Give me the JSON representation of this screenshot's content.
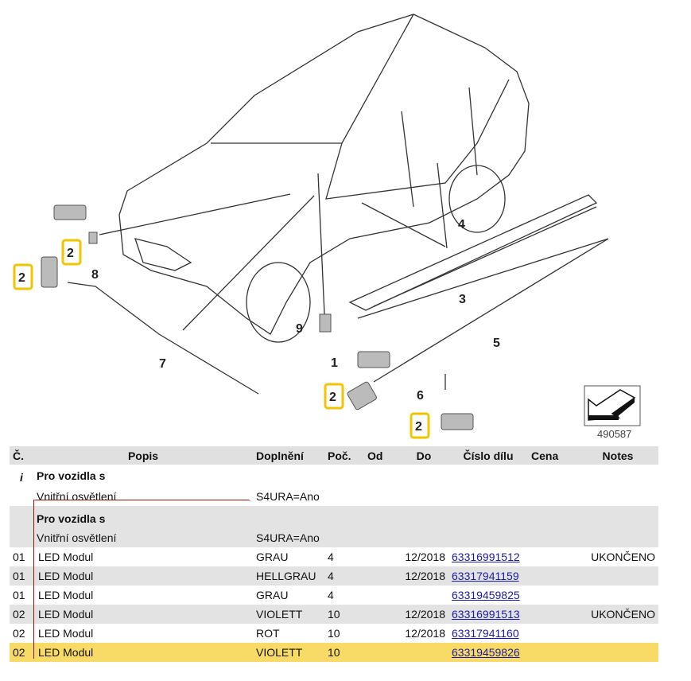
{
  "diagram": {
    "callouts": [
      "2",
      "8",
      "2",
      "7",
      "9",
      "4",
      "3",
      "5",
      "1",
      "2",
      "6",
      "2"
    ],
    "image_number": "490587",
    "highlight_color": "#f2c500"
  },
  "table": {
    "headers": [
      "Č.",
      "Popis",
      "Doplnění",
      "Poč.",
      "Od",
      "Do",
      "Číslo dílu",
      "Cena",
      "Notes"
    ],
    "info_rows": [
      {
        "no": "i",
        "title": "Pro vozidla s",
        "desc": "Vnitřní osvětlení",
        "supp": "S4URA=Ano"
      },
      {
        "no": "",
        "title": "Pro vozidla s",
        "desc": "Vnitřní osvětlení",
        "supp": "S4URA=Ano"
      }
    ],
    "rows": [
      {
        "no": "01",
        "desc": "LED Modul",
        "supp": "GRAU",
        "qty": "4",
        "from": "",
        "to": "12/2018",
        "part": "63316991512",
        "price": "",
        "notes": "UKONČENO"
      },
      {
        "no": "01",
        "desc": "LED Modul",
        "supp": "HELLGRAU",
        "qty": "4",
        "from": "",
        "to": "12/2018",
        "part": "63317941159",
        "price": "",
        "notes": ""
      },
      {
        "no": "01",
        "desc": "LED Modul",
        "supp": "GRAU",
        "qty": "4",
        "from": "",
        "to": "",
        "part": "63319459825",
        "price": "",
        "notes": ""
      },
      {
        "no": "02",
        "desc": "LED Modul",
        "supp": "VIOLETT",
        "qty": "10",
        "from": "",
        "to": "12/2018",
        "part": "63316991513",
        "price": "",
        "notes": "UKONČENO"
      },
      {
        "no": "02",
        "desc": "LED Modul",
        "supp": "ROT",
        "qty": "10",
        "from": "",
        "to": "12/2018",
        "part": "63317941160",
        "price": "",
        "notes": ""
      },
      {
        "no": "02",
        "desc": "LED Modul",
        "supp": "VIOLETT",
        "qty": "10",
        "from": "",
        "to": "",
        "part": "63319459826",
        "price": "",
        "notes": ""
      }
    ],
    "selected_row_color": "#f8db66",
    "link_color": "#1a1aa8"
  }
}
